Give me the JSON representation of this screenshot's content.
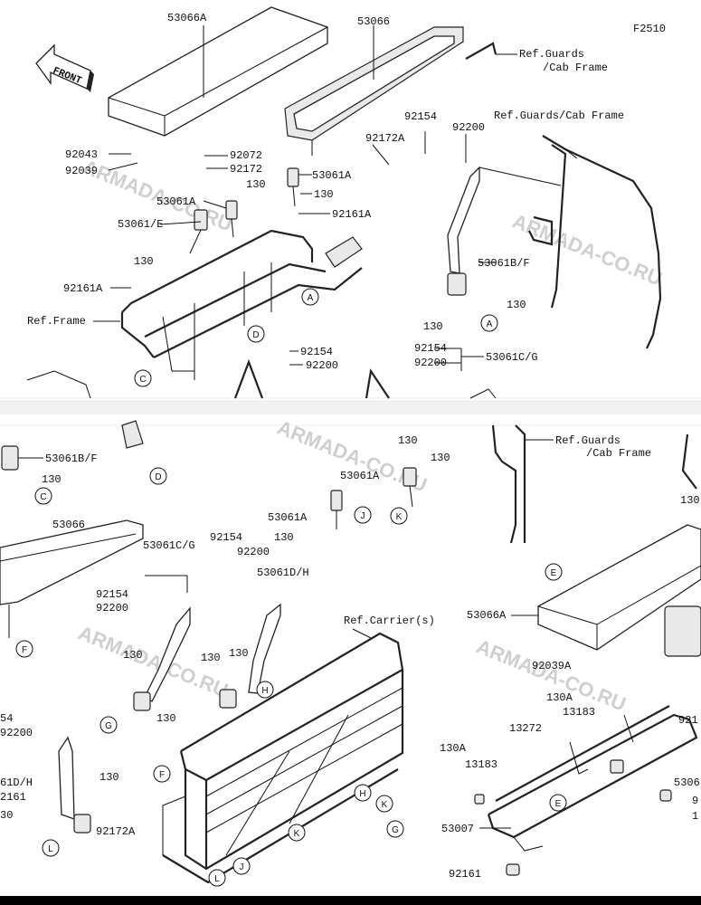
{
  "figure_code": "F2510",
  "front_label": "FRONT",
  "watermark": "ARMADA-CO.RU",
  "labels": {
    "l1": "53066A",
    "l2": "53066",
    "l3": "Ref.Guards",
    "l4": "/Cab Frame",
    "l5": "92154",
    "l6": "92200",
    "l7": "Ref.Guards/Cab Frame",
    "l8": "92172A",
    "l9": "92043",
    "l10": "92039",
    "l11": "92072",
    "l12": "92172",
    "l13": "53061A",
    "l14": "130",
    "l15": "53061A",
    "l16": "130",
    "l17": "53061/E",
    "l18": "92161A",
    "l19": "130",
    "l20": "92161A",
    "l21": "Ref.Frame",
    "l22": "53061B/F",
    "l23": "130",
    "l24": "130",
    "l25": "92154",
    "l26": "92200",
    "l27": "92154",
    "l28": "92200",
    "l29": "53061C/G",
    "l30": "53061B/F",
    "l31": "130",
    "l32": "Ref.Guards",
    "l33": "/Cab Frame",
    "l34": "130",
    "l35": "53061A",
    "l36": "130",
    "l37": "53061A",
    "l38": "130",
    "l39": "53066",
    "l40": "53061C/G",
    "l41": "92154",
    "l42": "92200",
    "l43": "53061D/H",
    "l44": "92154",
    "l45": "92200",
    "l46": "Ref.Carrier(s)",
    "l47": "130",
    "l48": "130",
    "l49": "130",
    "l50": "130",
    "l51": "54",
    "l52": "92200",
    "l53": "61D/H",
    "l54": "2161",
    "l55": "30",
    "l56": "130",
    "l57": "92172A",
    "l58": "53066A",
    "l59": "92039A",
    "l60": "130A",
    "l61": "13272",
    "l62": "13183",
    "l63": "130A",
    "l64": "13183",
    "l65": "53007",
    "l66": "92161",
    "l67": "921",
    "l68": "5306",
    "l69": "9",
    "l70": "1",
    "l71": "130"
  },
  "callouts": {
    "c1": "A",
    "c2": "A",
    "c3": "D",
    "c4": "C",
    "c5": "D",
    "c6": "C",
    "c7": "J",
    "c8": "K",
    "c9": "E",
    "c10": "F",
    "c11": "G",
    "c12": "H",
    "c13": "F",
    "c14": "H",
    "c15": "K",
    "c16": "K",
    "c17": "G",
    "c18": "L",
    "c19": "L",
    "c20": "J",
    "c21": "E"
  }
}
